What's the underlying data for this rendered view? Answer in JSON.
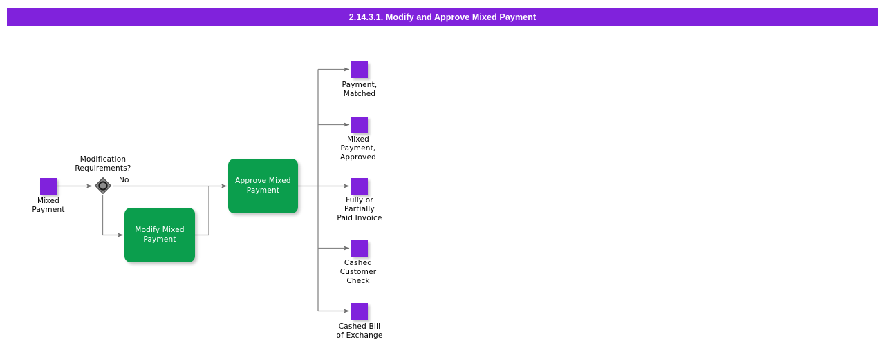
{
  "diagram": {
    "title": "2.14.3.1. Modify and Approve Mixed Payment",
    "type": "bpmn-process-flow",
    "colors": {
      "header_background": "#8022dc",
      "header_text": "#ffffff",
      "event_fill": "#8022dc",
      "task_fill": "#0b9e4d",
      "task_text": "#ffffff",
      "gateway_fill": "#808080",
      "connector": "#808080",
      "page_background": "#ffffff"
    },
    "start_events": [
      {
        "id": "start-mixed-payment",
        "label": "Mixed\nPayment"
      }
    ],
    "gateways": [
      {
        "id": "gateway-modification-requirements",
        "label": "Modification\nRequirements?",
        "kind": "event-based-gateway"
      }
    ],
    "tasks": [
      {
        "id": "task-modify-mixed-payment",
        "label": "Modify Mixed\nPayment"
      },
      {
        "id": "task-approve-mixed-payment",
        "label": "Approve Mixed\nPayment"
      }
    ],
    "end_events": [
      {
        "id": "end-payment-matched",
        "label": "Payment,\nMatched"
      },
      {
        "id": "end-mixed-payment-approved",
        "label": "Mixed\nPayment,\nApproved"
      },
      {
        "id": "end-fully-or-partially-paid-invoice",
        "label": "Fully or\nPartially\nPaid Invoice"
      },
      {
        "id": "end-cashed-customer-check",
        "label": "Cashed\nCustomer\nCheck"
      },
      {
        "id": "end-cashed-bill-of-exchange",
        "label": "Cashed Bill\nof Exchange"
      }
    ],
    "edge_labels": [
      {
        "id": "edge-label-no",
        "label": "No"
      }
    ]
  }
}
